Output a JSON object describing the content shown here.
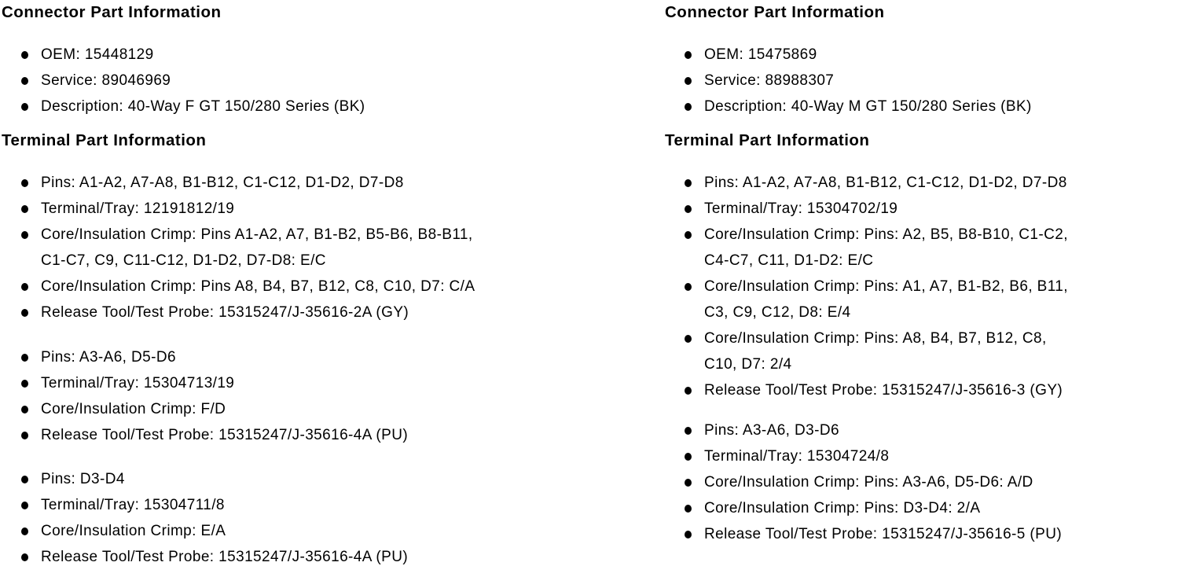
{
  "colors": {
    "background": "#ffffff",
    "text": "#000000"
  },
  "left_column": {
    "connector_heading": "Connector Part Information",
    "connector_items": [
      "OEM: 15448129",
      "Service: 89046969",
      "Description: 40-Way F GT 150/280 Series (BK)"
    ],
    "terminal_heading": "Terminal Part Information",
    "terminal_groups": [
      [
        "Pins: A1-A2, A7-A8, B1-B12, C1-C12, D1-D2, D7-D8",
        "Terminal/Tray: 12191812/19",
        "Core/Insulation Crimp: Pins A1-A2, A7, B1-B2, B5-B6, B8-B11,\nC1-C7, C9, C11-C12, D1-D2, D7-D8: E/C",
        "Core/Insulation Crimp: Pins A8, B4, B7, B12, C8, C10, D7: C/A",
        "Release Tool/Test Probe: 15315247/J-35616-2A (GY)"
      ],
      [
        "Pins: A3-A6, D5-D6",
        "Terminal/Tray: 15304713/19",
        "Core/Insulation Crimp: F/D",
        "Release Tool/Test Probe: 15315247/J-35616-4A (PU)"
      ],
      [
        "Pins: D3-D4",
        "Terminal/Tray: 15304711/8",
        "Core/Insulation Crimp: E/A",
        "Release Tool/Test Probe: 15315247/J-35616-4A (PU)"
      ]
    ]
  },
  "right_column": {
    "connector_heading": "Connector Part Information",
    "connector_items": [
      "OEM: 15475869",
      "Service: 88988307",
      "Description: 40-Way M GT 150/280 Series (BK)"
    ],
    "terminal_heading": "Terminal Part Information",
    "terminal_groups": [
      [
        "Pins: A1-A2, A7-A8, B1-B12, C1-C12, D1-D2, D7-D8",
        "Terminal/Tray: 15304702/19",
        "Core/Insulation Crimp: Pins: A2, B5, B8-B10, C1-C2,\nC4-C7, C11, D1-D2: E/C",
        "Core/Insulation Crimp: Pins: A1, A7, B1-B2, B6, B11,\nC3, C9, C12, D8: E/4",
        "Core/Insulation Crimp: Pins: A8, B4, B7, B12, C8,\nC10, D7: 2/4",
        "Release Tool/Test Probe: 15315247/J-35616-3 (GY)"
      ],
      [
        "Pins: A3-A6, D3-D6",
        "Terminal/Tray: 15304724/8",
        "Core/Insulation Crimp: Pins: A3-A6, D5-D6: A/D",
        "Core/Insulation Crimp: Pins: D3-D4: 2/A",
        "Release Tool/Test Probe: 15315247/J-35616-5 (PU)"
      ]
    ]
  }
}
